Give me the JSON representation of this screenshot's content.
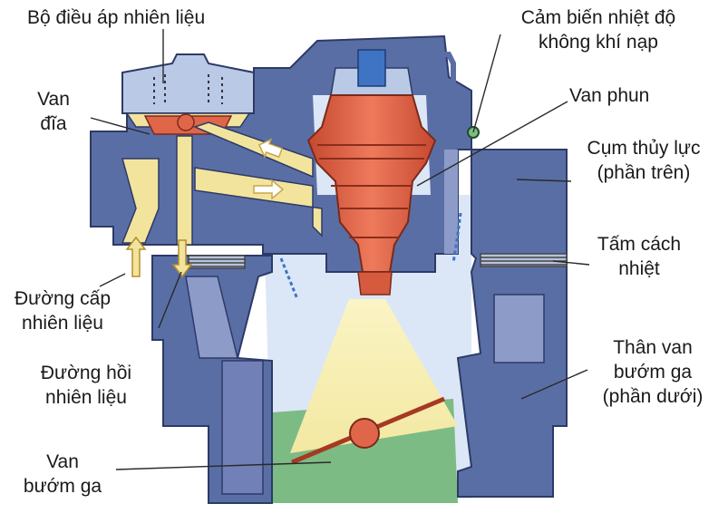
{
  "labels": {
    "pressure_regulator": "Bộ điều áp nhiên liệu",
    "disc_valve_1": "Van",
    "disc_valve_2": "đĩa",
    "air_temp_sensor_1": "Cảm biến nhiệt độ",
    "air_temp_sensor_2": "không khí nạp",
    "injector": "Van phun",
    "hydraulic_upper_1": "Cụm thủy lực",
    "hydraulic_upper_2": "(phần trên)",
    "insulator_1": "Tấm cách",
    "insulator_2": "nhiệt",
    "fuel_supply_1": "Đường cấp",
    "fuel_supply_2": "nhiên liệu",
    "fuel_return_1": "Đường hồi",
    "fuel_return_2": "nhiên liệu",
    "throttle_body_1": "Thân van",
    "throttle_body_2": "bướm ga",
    "throttle_body_3": "(phần dưới)",
    "throttle_valve_1": "Van",
    "throttle_valve_2": "bướm ga"
  },
  "colors": {
    "housing": "#5a6ea6",
    "housing_light": "#8d9bc9",
    "housing_outline": "#2d3a66",
    "injector": "#e0664a",
    "fuel_yellow": "#f2e49c",
    "air_light": "#dbe7f6",
    "green_zone": "#7dbb84",
    "leader": "#2a2a2a"
  }
}
